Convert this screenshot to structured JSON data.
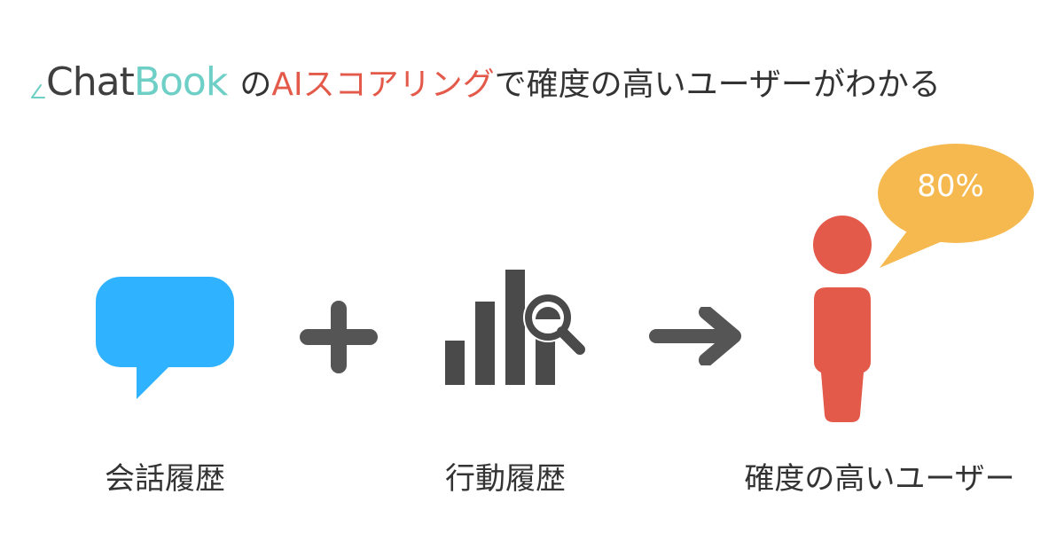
{
  "headline": {
    "logo_part1": "Chat",
    "logo_part2": "Book",
    "connector": "の",
    "accent": "AIスコアリング",
    "rest": "で確度の高いユーザーがわかる"
  },
  "steps": [
    {
      "label": "会話履歴",
      "icon": "speech-bubble-icon"
    },
    {
      "label": "行動履歴",
      "icon": "bar-chart-search-icon"
    },
    {
      "label": "確度の高いユーザー",
      "icon": "person-icon"
    }
  ],
  "operators": {
    "plus": "plus-icon",
    "arrow": "arrow-right-icon"
  },
  "score_bubble": {
    "value": "80%"
  },
  "colors": {
    "logo_dark": "#3f3f3f",
    "logo_teal": "#6dcfc6",
    "accent_red": "#e45a4a",
    "bubble_blue": "#2fb2ff",
    "chart_gray": "#4a4a4a",
    "person_red": "#e45a4a",
    "score_orange": "#f5b94f"
  }
}
